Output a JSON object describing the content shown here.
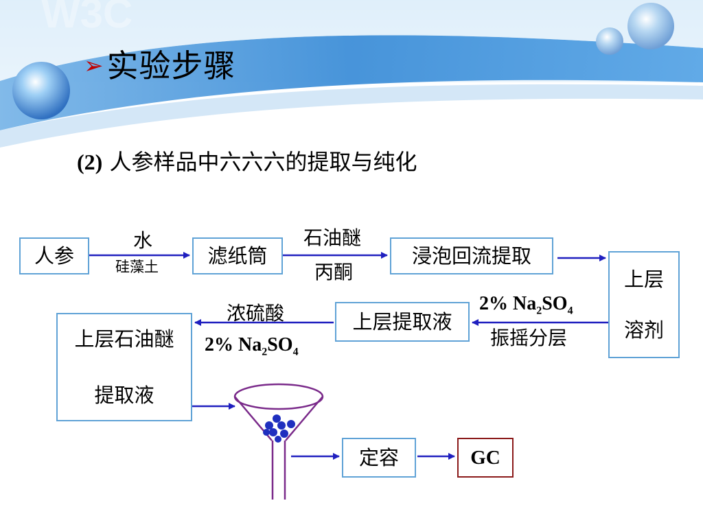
{
  "header": {
    "title": "实验步骤",
    "title_bullet": "➢",
    "accent_color": "#c00000"
  },
  "subtitle": {
    "prefix": "(2)",
    "text": "人参样品中六六六的提取与纯化"
  },
  "flow": {
    "boxes": {
      "ginseng": "人参",
      "filter_thimble": "滤纸筒",
      "soak_reflux": "浸泡回流提取",
      "upper_solvent_1": "上层",
      "upper_solvent_2": "溶剂",
      "upper_extract": "上层提取液",
      "pe_extract_1": "上层石油醚",
      "pe_extract_2": "提取液",
      "volume": "定容",
      "gc": "GC"
    },
    "labels": {
      "water": "水",
      "diatomite": "硅藻土",
      "petroleum_ether": "石油醚",
      "acetone": "丙酮",
      "na2so4_1_prefix": "2% Na",
      "na2so4_1_sub1": "2",
      "na2so4_1_mid": "SO",
      "na2so4_1_sub2": "4",
      "shake_separate": "振摇分层",
      "conc_sulfuric": "浓硫酸",
      "na2so4_2_prefix": "2% Na",
      "na2so4_2_sub1": "2",
      "na2so4_2_mid": "SO",
      "na2so4_2_sub2": "4"
    },
    "colors": {
      "box_border": "#5fa2d6",
      "gc_border": "#8b1a1a",
      "arrow": "#1f1fbf",
      "funnel": "#7a2a8a",
      "beads": "#1f2fbf"
    }
  }
}
